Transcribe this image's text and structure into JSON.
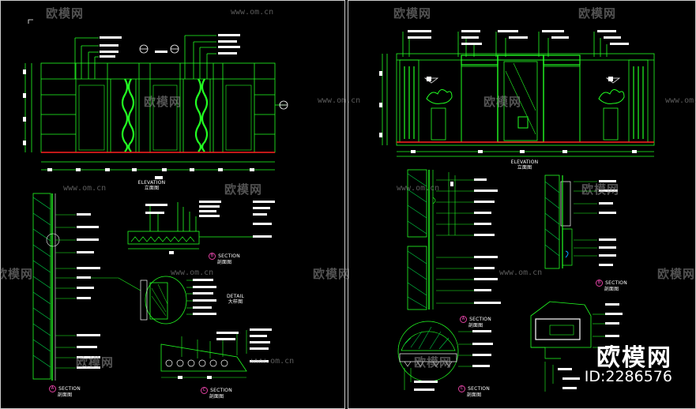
{
  "drawing": {
    "colors": {
      "background": "#000000",
      "linework": "#22ff22",
      "annotation": "#ffffff",
      "wall_hatch": "#00cc44",
      "accent_red": "#ff2020",
      "section_mark": "#ff55cc",
      "panel_border": "#ffffff"
    },
    "views": [
      {
        "id": "elevation-left",
        "title": "ELEVATION",
        "subtitle": "立面图"
      },
      {
        "id": "section-a-left",
        "marker": "A",
        "title": "SECTION",
        "subtitle": "剖面图"
      },
      {
        "id": "section-b-left",
        "marker": "B",
        "title": "SECTION",
        "subtitle": "剖面图"
      },
      {
        "id": "detail-left",
        "title": "DETAIL",
        "subtitle": "大样图"
      },
      {
        "id": "section-c-left",
        "marker": "C",
        "title": "SECTION",
        "subtitle": "剖面图"
      },
      {
        "id": "elevation-right",
        "title": "ELEVATION",
        "subtitle": "立面图"
      },
      {
        "id": "section-a-right",
        "marker": "A",
        "title": "SECTION",
        "subtitle": "剖面图"
      },
      {
        "id": "section-b-right",
        "marker": "B",
        "title": "SECTION",
        "subtitle": "剖面图"
      },
      {
        "id": "section-c-right",
        "marker": "C",
        "title": "SECTION",
        "subtitle": "剖面图"
      }
    ],
    "watermarks": {
      "site": "www.om.cn",
      "brand": "欧模网"
    },
    "branding": {
      "logo_text": "欧模网",
      "id_text": "ID:2286576"
    }
  }
}
